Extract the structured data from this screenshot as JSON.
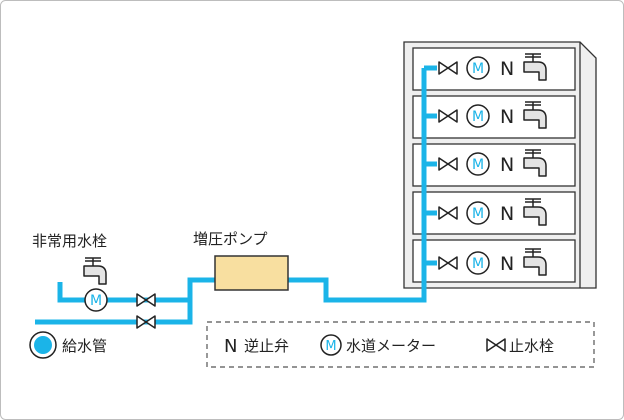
{
  "labels": {
    "emergency_hydrant": "非常用水栓",
    "booster_pump": "増圧ポンプ",
    "supply_pipe": "給水管"
  },
  "legend": {
    "check_valve_symbol": "N",
    "check_valve": "逆止弁",
    "meter_symbol": "M",
    "water_meter": "水道メーター",
    "stop_valve": "止水栓"
  },
  "floors": [
    {
      "meter_symbol": "M",
      "check_valve_symbol": "N"
    },
    {
      "meter_symbol": "M",
      "check_valve_symbol": "N"
    },
    {
      "meter_symbol": "M",
      "check_valve_symbol": "N"
    },
    {
      "meter_symbol": "M",
      "check_valve_symbol": "N"
    },
    {
      "meter_symbol": "M",
      "check_valve_symbol": "N"
    }
  ],
  "hydrant_meter_symbol": "M",
  "colors": {
    "pipe": "#1bb4e8",
    "pump_fill": "#f8dfa0",
    "building_fill": "#eeeeee",
    "meter_text": "#1bb4e8"
  }
}
